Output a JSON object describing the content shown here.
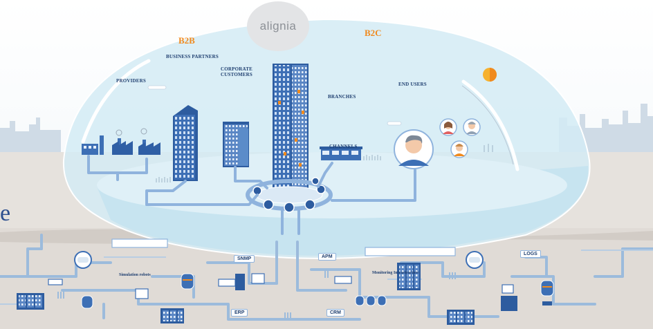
{
  "brand": {
    "name": "alignia"
  },
  "segments": {
    "b2b": "B2B",
    "b2c": "B2C"
  },
  "labels": {
    "business_partners": "BUSINESS PARTNERS",
    "corporate_customers": "CORPORATE CUSTOMERS",
    "providers": "PROVIDERS",
    "branches": "BRANCHES",
    "end_users": "END USERS",
    "channels": "CHANNELS"
  },
  "infrastructure": {
    "snmp": "SNMP",
    "apm": "APM",
    "logs": "LOGS",
    "erp": "ERP",
    "crm": "CRM",
    "simulation": "Simulation robots",
    "monitoring": "Monitoring Infrastructure"
  },
  "edge_glyph": "e",
  "colors": {
    "accent": "#f08a1e",
    "navy": "#1f3f70",
    "pipe": "#8fb3dd",
    "dome": "#cfe8f4",
    "ground": "#e2ddd8",
    "building": "#3d6fb5"
  }
}
